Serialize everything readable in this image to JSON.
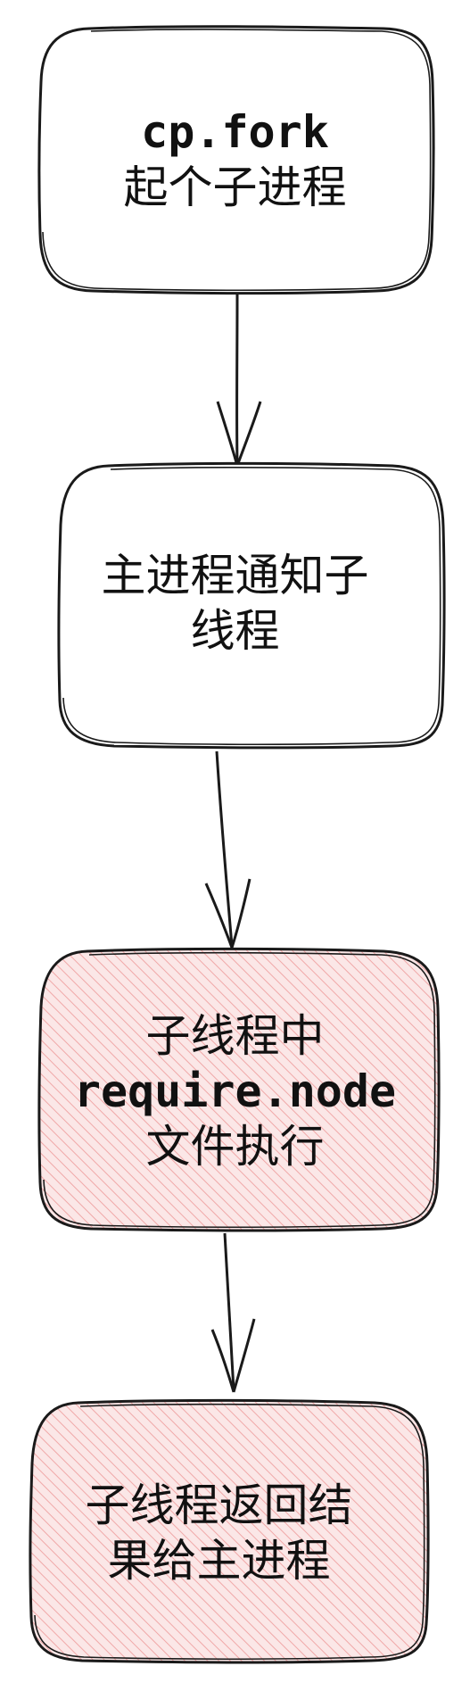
{
  "nodes": [
    {
      "id": "fork-node",
      "lines": [
        "cp.fork",
        "起个子进程"
      ],
      "mono_line": 0,
      "filled": false
    },
    {
      "id": "notify-node",
      "lines": [
        "主进程通知子",
        "线程"
      ],
      "mono_line": -1,
      "filled": false
    },
    {
      "id": "require-node",
      "lines": [
        "子线程中",
        "require.node",
        "文件执行"
      ],
      "mono_line": 1,
      "filled": true
    },
    {
      "id": "return-node",
      "lines": [
        "子线程返回结",
        "果给主进程"
      ],
      "mono_line": -1,
      "filled": true
    }
  ],
  "edges": [
    {
      "from": "fork-node",
      "to": "notify-node"
    },
    {
      "from": "notify-node",
      "to": "require-node"
    },
    {
      "from": "require-node",
      "to": "return-node"
    }
  ],
  "colors": {
    "stroke": "#1a1a1a",
    "text": "#111111",
    "fill": "#fbe7e7",
    "hatch": "#f0a8a8"
  }
}
